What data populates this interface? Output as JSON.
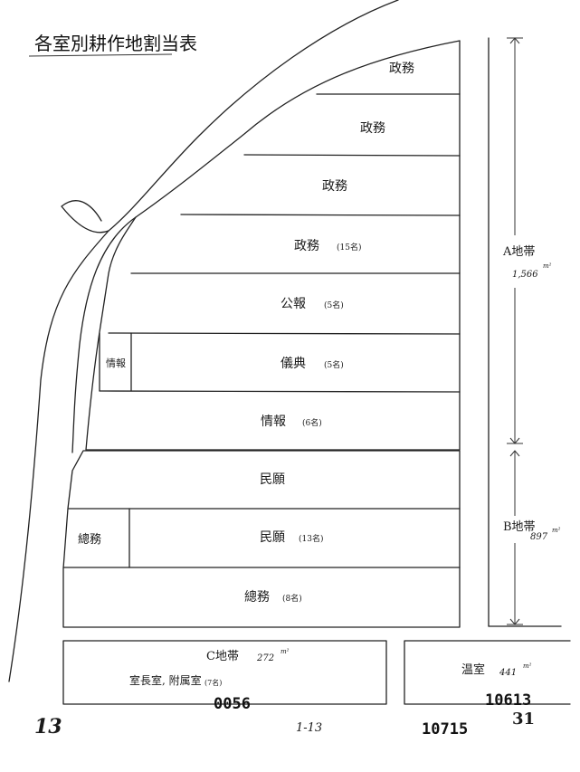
{
  "document": {
    "title": "各室別耕作地割当表",
    "plots": [
      {
        "id": "p1",
        "label": "政務"
      },
      {
        "id": "p2",
        "label": "政務"
      },
      {
        "id": "p3",
        "label": "政務"
      },
      {
        "id": "p4",
        "label": "政務",
        "count": "(15名)"
      },
      {
        "id": "p5",
        "label": "公報",
        "count": "(5名)"
      },
      {
        "id": "p6",
        "label": "儀典",
        "count": "(5名)"
      },
      {
        "id": "p6a",
        "label": "情報"
      },
      {
        "id": "p7",
        "label": "情報",
        "count": "(6名)"
      },
      {
        "id": "p8",
        "label": "民願"
      },
      {
        "id": "p9",
        "label": "民願",
        "count": "(13名)"
      },
      {
        "id": "p9a",
        "label": "總務"
      },
      {
        "id": "p10",
        "label": "總務",
        "count": "(8名)"
      }
    ],
    "zones": [
      {
        "id": "A",
        "label": "A地帯",
        "area": "1,566",
        "unit": "m²"
      },
      {
        "id": "B",
        "label": "B地帯",
        "area": "897",
        "unit": "m²"
      },
      {
        "id": "C",
        "label": "C地帯",
        "area": "272",
        "unit": "m²",
        "occupants": "室長室, 附属室",
        "count": "(7名)"
      }
    ],
    "greenhouse": {
      "label": "温室",
      "area": "441",
      "unit": "m²"
    },
    "stamps": {
      "left": "0056",
      "right": "10613",
      "bottom": "10715"
    },
    "notes": {
      "page_left": "13",
      "page_mid": "1-13",
      "page_right": "31"
    }
  }
}
